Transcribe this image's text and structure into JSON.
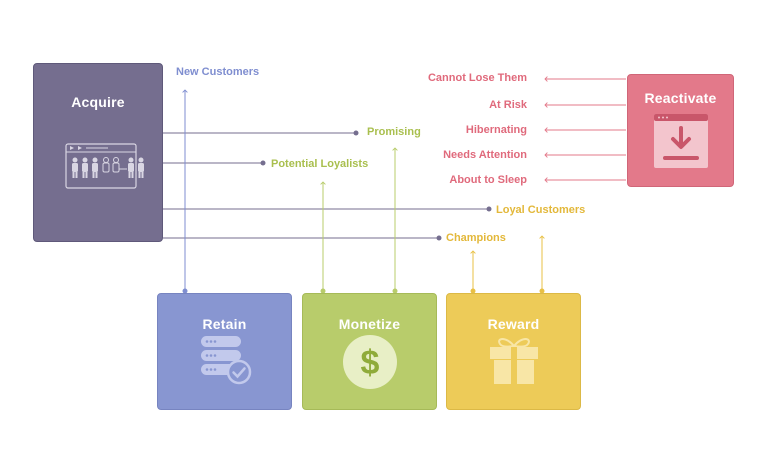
{
  "diagram": {
    "boxes": {
      "acquire": "Acquire",
      "retain": "Retain",
      "monetize": "Monetize",
      "reward": "Reward",
      "reactivate": "Reactivate"
    },
    "segments": {
      "new_customers": "New Customers",
      "promising": "Promising",
      "potential_loyalists": "Potential Loyalists",
      "loyal_customers": "Loyal Customers",
      "champions": "Champions",
      "cannot_lose_them": "Cannot Lose Them",
      "at_risk": "At Risk",
      "hibernating": "Hibernating",
      "needs_attention": "Needs Attention",
      "about_to_sleep": "About to Sleep"
    },
    "icons": {
      "acquire": "people-browser-icon",
      "retain": "server-check-icon",
      "monetize": "dollar-coin-icon",
      "reward": "gift-box-icon",
      "reactivate": "download-window-icon"
    },
    "colors": {
      "acquire": "#756e8f",
      "retain": "#8896d1",
      "monetize": "#b8cc6b",
      "reward": "#edcb58",
      "reactivate": "#e3798a"
    }
  }
}
